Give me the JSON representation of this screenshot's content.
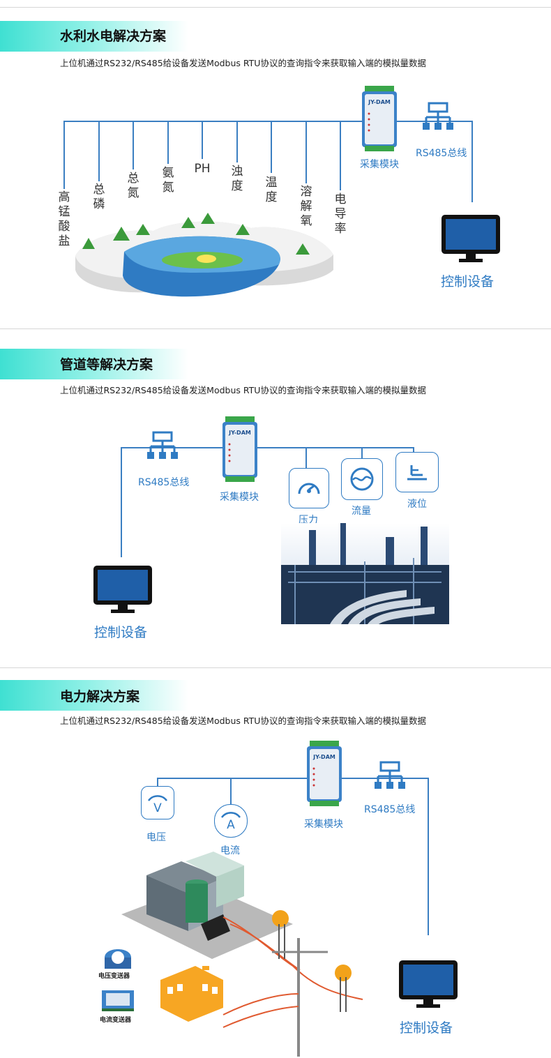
{
  "sections": [
    {
      "title": "水利水电解决方案",
      "description": "上位机通过RS232/RS485给设备发送Modbus RTU协议的查询指令来获取输入端的模拟量数据",
      "drops": [
        "高锰酸盐",
        "总磷",
        "总氮",
        "氨氮",
        "PH",
        "浊度",
        "温度",
        "溶解氧",
        "电导率"
      ],
      "module_label": "采集模块",
      "bus_label": "RS485总线",
      "device_label": "控制设备"
    },
    {
      "title": "管道等解决方案",
      "description": "上位机通过RS232/RS485给设备发送Modbus RTU协议的查询指令来获取输入端的模拟量数据",
      "bus_label": "RS485总线",
      "module_label": "采集模块",
      "sensors": [
        "压力",
        "流量",
        "液位"
      ],
      "device_label": "控制设备"
    },
    {
      "title": "电力解决方案",
      "description": "上位机通过RS232/RS485给设备发送Modbus RTU协议的查询指令来获取输入端的模拟量数据",
      "sensors": [
        "电压",
        "电流"
      ],
      "module_label": "采集模块",
      "bus_label": "RS485总线",
      "device_label": "控制设备",
      "transmitters": [
        "电压变送器",
        "电流变送器"
      ]
    }
  ],
  "module_brand": "JY-DAM",
  "colors": {
    "accent": "#2f7bc3",
    "band": "#3fe0d2",
    "line": "#3b7fc2"
  }
}
